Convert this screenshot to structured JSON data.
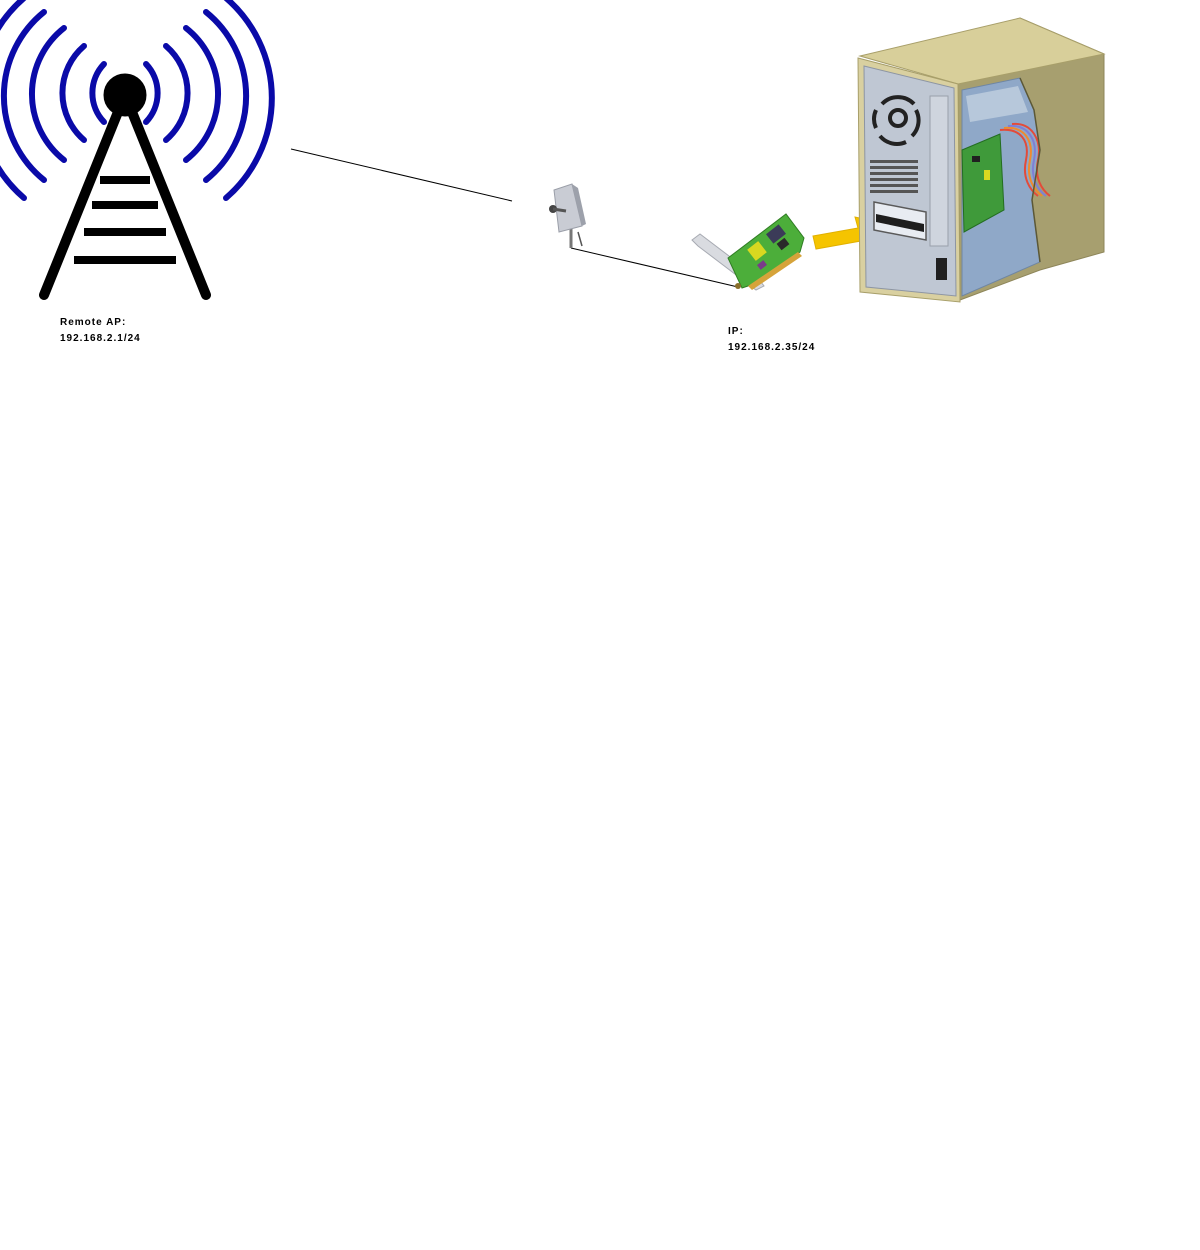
{
  "remote_ap": {
    "label_line1": "Remote AP:",
    "label_line2": "192.168.2.1/24",
    "icon": "radio-tower-icon",
    "wave_color": "#0a0aa8",
    "tower_color": "#000000"
  },
  "client": {
    "label_line1": "IP:",
    "label_line2": "192.168.2.35/24",
    "antenna_icon": "panel-antenna-icon",
    "card_icon": "wireless-pci-card-icon",
    "computer_icon": "computer-tower-icon",
    "arrow_color": "#f5c400"
  },
  "links": [
    "wireless-link",
    "antenna-cable"
  ]
}
